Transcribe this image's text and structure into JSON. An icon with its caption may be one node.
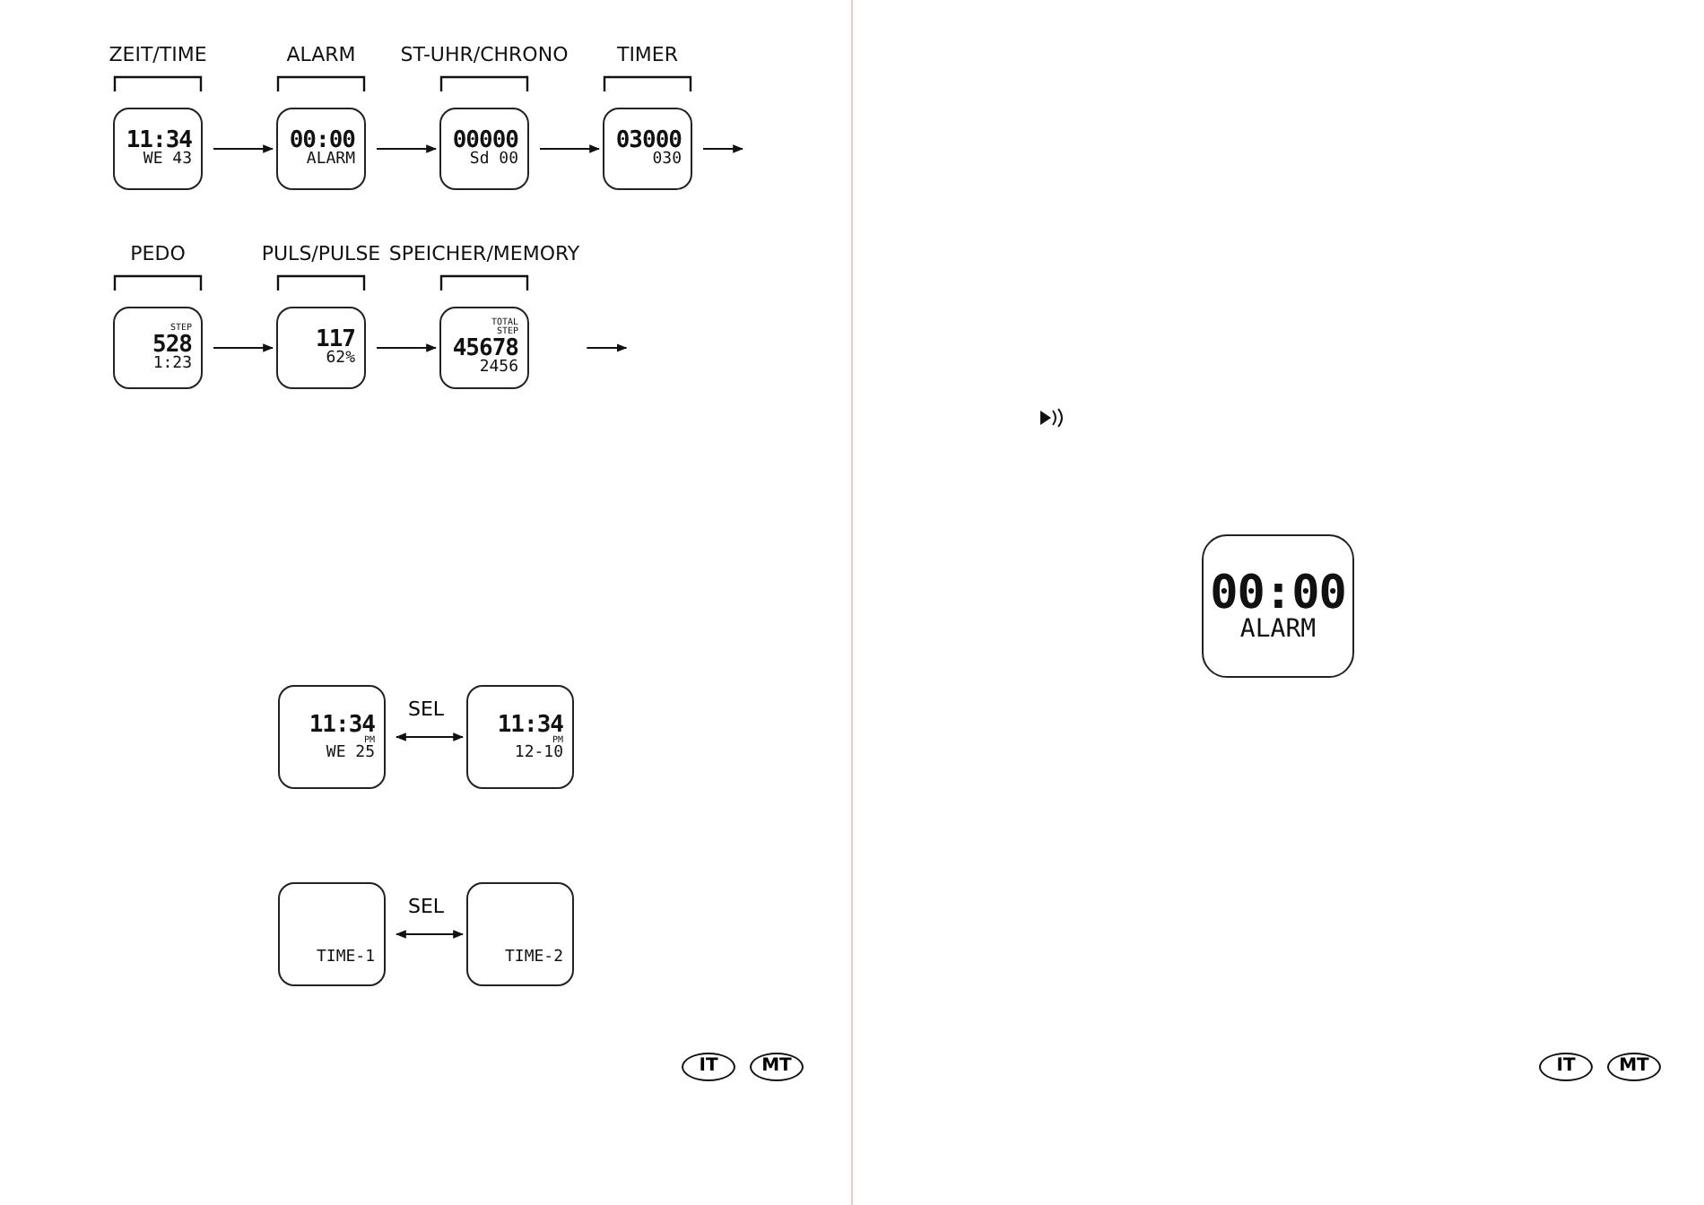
{
  "diagram": {
    "nodes": [
      {
        "text": [
          "ZEIT/TIME",
          "11:34",
          "WE 43"
        ]
      },
      {
        "text": [
          "ALARM",
          "00:00",
          "ALARM"
        ]
      },
      {
        "text": [
          "ST-UHR/CHRONO",
          "00000",
          "Sd 00"
        ]
      },
      {
        "text": [
          "TIMER",
          "03000",
          "030"
        ]
      },
      {
        "text": [
          "PEDO",
          "STEP",
          "528",
          "1:23"
        ]
      },
      {
        "text": [
          "PULS/PULSE",
          "117",
          "62%"
        ]
      },
      {
        "text": [
          "SPEICHER/MEMORY",
          "TOTAL",
          "STEP",
          "45678",
          "2456"
        ]
      },
      {
        "text": [
          "11:34",
          "PM",
          "WE 25"
        ]
      },
      {
        "text": [
          "11:34",
          "PM",
          "12-10"
        ]
      },
      {
        "text": [
          "TIME-1"
        ]
      },
      {
        "text": [
          "TIME-2"
        ]
      },
      {
        "text": [
          "00:00",
          "ALARM"
        ]
      }
    ],
    "edges": [
      {
        "from": 0,
        "to": 1,
        "arrow": "to"
      },
      {
        "from": 1,
        "to": 2,
        "arrow": "to"
      },
      {
        "from": 2,
        "to": 3,
        "arrow": "to"
      },
      {
        "from": 3,
        "to": null,
        "arrow": "to"
      },
      {
        "from": 4,
        "to": 5,
        "arrow": "to"
      },
      {
        "from": 5,
        "to": 6,
        "arrow": "to"
      },
      {
        "from": 6,
        "to": null,
        "arrow": "to"
      },
      {
        "from": 7,
        "to": 8,
        "arrow": "both",
        "label": "SEL"
      },
      {
        "from": 9,
        "to": 10,
        "arrow": "both",
        "label": "SEL"
      }
    ],
    "labels": [
      "IT",
      "MT",
      "IT",
      "MT"
    ]
  }
}
